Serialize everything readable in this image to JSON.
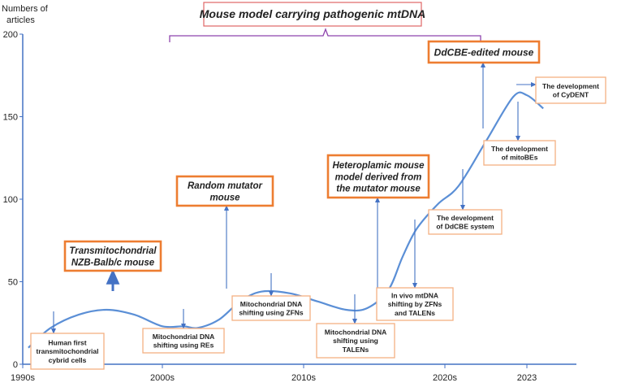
{
  "chart_data": {
    "type": "line",
    "title": "Mouse model carrying pathogenic mtDNA",
    "ylabel": "Numbers of articles",
    "xlabel": "",
    "ylim": [
      0,
      200
    ],
    "yticks": [
      0,
      50,
      100,
      150,
      200
    ],
    "xtick_labels": [
      "1990s",
      "2000s",
      "2010s",
      "2020s",
      "2023"
    ],
    "xticks": [
      1990,
      2000,
      2010,
      2020,
      2023
    ],
    "grid": false,
    "series": [
      {
        "values_x": [
          1990.4,
          1992,
          1994,
          1996,
          1998,
          2000,
          2001.5,
          2002.5,
          2004,
          2005.5,
          2007,
          2009,
          2011,
          2013,
          2014.5,
          2016,
          2017,
          2018,
          2019.5,
          2020.5,
          2021.5,
          2022.5,
          2023,
          2023.6
        ],
        "values_y": [
          10,
          22,
          30,
          33,
          30,
          23,
          23,
          22,
          27,
          38,
          44,
          43,
          38,
          33,
          34,
          45,
          65,
          82,
          97,
          108,
          135,
          162,
          163,
          155
        ]
      }
    ],
    "annotations": [
      {
        "id": "hero",
        "text": "Mouse model carrying pathogenic mtDNA",
        "style": "header"
      },
      {
        "id": "a1",
        "lines": [
          "Human first",
          "transmitochondrial",
          "cybrid cells"
        ],
        "style": "small"
      },
      {
        "id": "a2",
        "lines": [
          "Transmitochondrial",
          "NZB-Balb/c mouse"
        ],
        "style": "big"
      },
      {
        "id": "a3",
        "lines": [
          "Mitochondrial DNA",
          "shifting using REs"
        ],
        "style": "small"
      },
      {
        "id": "a4",
        "lines": [
          "Random mutator",
          "mouse"
        ],
        "style": "big"
      },
      {
        "id": "a5",
        "lines": [
          "Mitochondrial DNA",
          "shifting using ZFNs"
        ],
        "style": "small"
      },
      {
        "id": "a6",
        "lines": [
          "Mitochondrial DNA",
          "shifting using",
          "TALENs"
        ],
        "style": "small"
      },
      {
        "id": "a7",
        "lines": [
          "Heteroplamic mouse",
          "model derived from",
          "the mutator mouse"
        ],
        "style": "big"
      },
      {
        "id": "a8",
        "lines": [
          "In vivo mtDNA",
          "shifting by ZFNs",
          "and TALENs"
        ],
        "style": "small"
      },
      {
        "id": "a9",
        "lines": [
          "The development",
          "of DdCBE system"
        ],
        "style": "small"
      },
      {
        "id": "a10",
        "lines": [
          "DdCBE-edited mouse"
        ],
        "style": "big"
      },
      {
        "id": "a11",
        "lines": [
          "The development",
          "of mitoBEs"
        ],
        "style": "small"
      },
      {
        "id": "a12",
        "lines": [
          "The development",
          "of CyDENT"
        ],
        "style": "small"
      }
    ]
  },
  "colors": {
    "curve": "#5b8fd6",
    "axis": "#4472c4",
    "big_box_border": "#ed7d31",
    "small_box_border": "#f4b183",
    "header_border": "#e06666",
    "brace": "#8e44ad",
    "arrow": "#4472c4",
    "text": "#222222"
  }
}
